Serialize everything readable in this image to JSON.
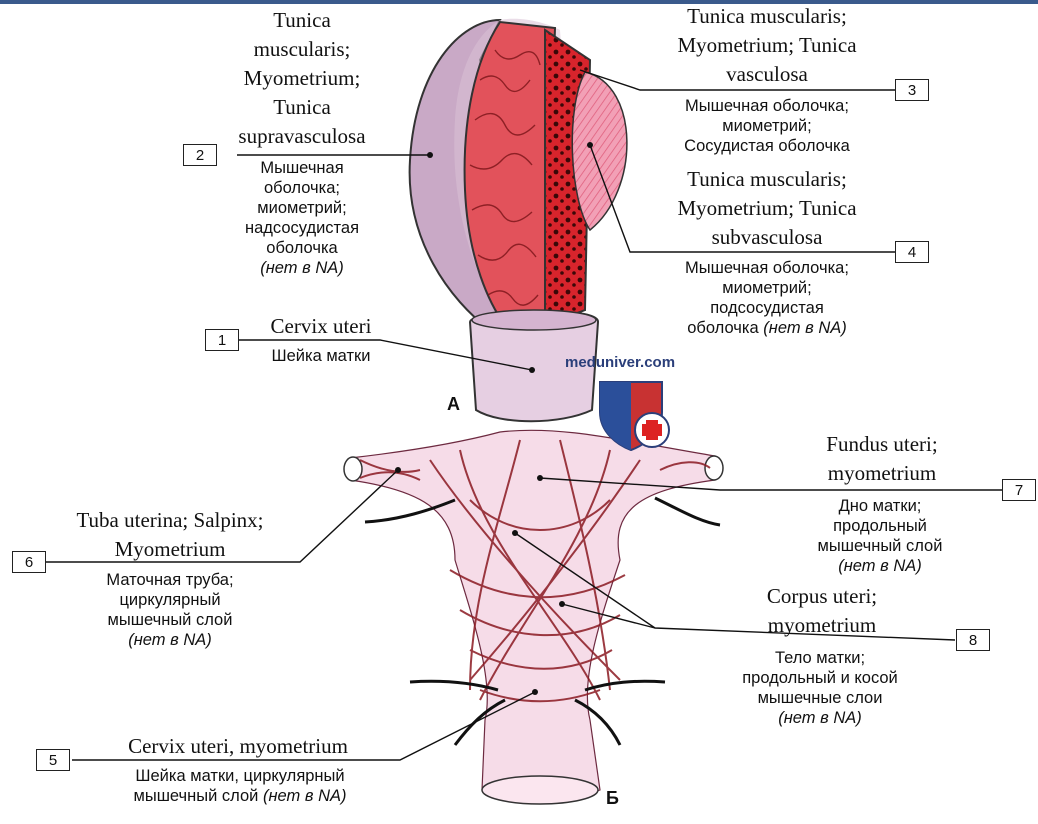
{
  "panels": {
    "a": "А",
    "b": "Б"
  },
  "watermark": "meduniver.com",
  "colors": {
    "muscle": "#e0525a",
    "outer": "#c7a8c3",
    "fiber": "#8b1a22",
    "tube": "#f2c6d6",
    "bar": "#3a5a8c"
  },
  "labels": [
    {
      "number": "1",
      "latin": "Cervix uteri",
      "russian": "Шейка матки",
      "italic": ""
    },
    {
      "number": "2",
      "latin": "Tunica\nmuscularis;\nMyometrium;\nTunica\nsupravasculosa",
      "russian": "Мышечная\nоболочка;\nмиометрий;\nнадсосудистая\nоболочка",
      "italic": "(нет в NA)"
    },
    {
      "number": "3",
      "latin": "Tunica muscularis;\nMyometrium; Tunica\nvasculosa",
      "russian": "Мышечная оболочка;\nмиометрий;\nСосудистая оболочка",
      "italic": ""
    },
    {
      "number": "4",
      "latin": "Tunica muscularis;\nMyometrium; Tunica\nsubvasculosa",
      "russian": "Мышечная оболочка;\nмиометрий;\nподсосудистая\nоболочка",
      "italic": "(нет в NA)"
    },
    {
      "number": "5",
      "latin": "Cervix uteri, myometrium",
      "russian": "Шейка матки, циркулярный\nмышечный слой",
      "italic": "(нет в NA)"
    },
    {
      "number": "6",
      "latin": "Tuba uterina; Salpinx;\nMyometrium",
      "russian": "Маточная труба;\nциркулярный\nмышечный слой",
      "italic": "(нет в NA)"
    },
    {
      "number": "7",
      "latin": "Fundus uteri;\nmyometrium",
      "russian": "Дно матки;\nпродольный\nмышечный слой",
      "italic": "(нет в NA)"
    },
    {
      "number": "8",
      "latin": "Corpus uteri;\nmyometrium",
      "russian": "Тело матки;\nпродольный и косой\nмышечные слои",
      "italic": "(нет в NA)"
    }
  ]
}
